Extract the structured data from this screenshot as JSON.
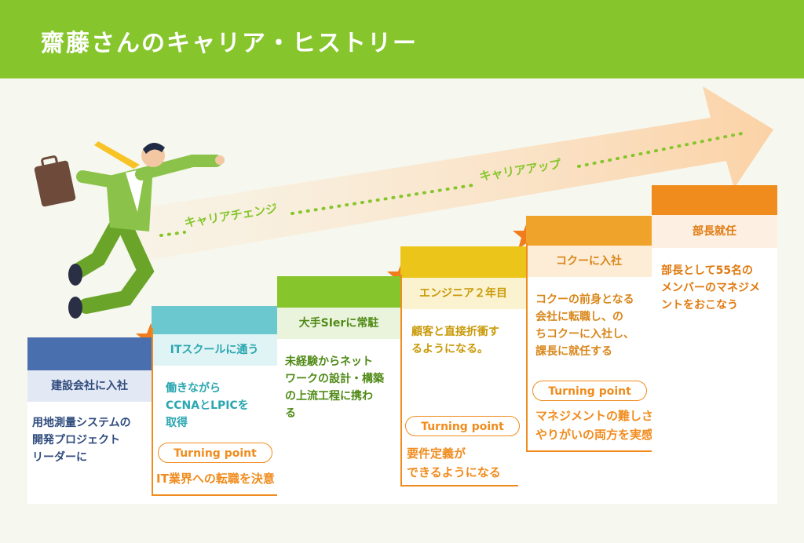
{
  "title": "齋藤さんのキャリア・ヒストリー",
  "arrow_labels": {
    "change": "キャリアチェンジ",
    "up": "キャリアアップ"
  },
  "turning_label": "Turning point",
  "steps": [
    {
      "title": "建設会社に入社",
      "desc": [
        "用地測量システムの",
        "開発プロジェクト",
        "リーダーに"
      ]
    },
    {
      "title": "ITスクールに通う",
      "desc": [
        "働きながら",
        "CCNAとLPICを",
        "取得"
      ],
      "turning": [
        "IT業界への転職を決意"
      ]
    },
    {
      "title": "大手SIerに常駐",
      "desc": [
        "未経験からネット",
        "ワークの設計・構築",
        "の上流工程に携わ",
        "る"
      ]
    },
    {
      "title": "エンジニア２年目",
      "desc": [
        "顧客と直接折衝す",
        "るようになる。"
      ],
      "turning": [
        "要件定義が",
        "できるようになる"
      ]
    },
    {
      "title": "コクーに入社",
      "desc": [
        "コクーの前身となる",
        "会社に転職し、の",
        "ちコクーに入社し、",
        "課長に就任する"
      ],
      "turning": [
        "マネジメントの難しさと",
        "やりがいの両方を実感"
      ]
    },
    {
      "title": "部長就任",
      "desc": [
        "部長として55名の",
        "メンバーのマネジメ",
        "ントをおこなう"
      ]
    }
  ],
  "colors": {
    "header": "#86c62c",
    "orange": "#f08c1e",
    "arrow": "#fbd9b4"
  }
}
